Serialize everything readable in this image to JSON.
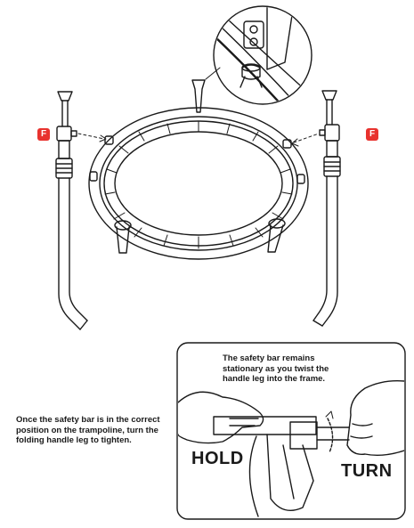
{
  "labels": {
    "part_letter_left": "F",
    "part_letter_right": "F",
    "instruction": "Once the safety bar is in the correct position on the trampoline, turn the folding handle leg to tighten.",
    "callout": "The safety bar remains stationary as you twist the handle leg into the frame.",
    "hold": "HOLD",
    "turn": "TURN"
  },
  "colors": {
    "badge": "#e8322e",
    "stroke": "#1a1a1a"
  },
  "icons": [
    "trampoline-frame",
    "handle-leg-left",
    "handle-leg-right",
    "safety-bar-top",
    "detail-magnifier-circle",
    "hands-hold-turn"
  ]
}
